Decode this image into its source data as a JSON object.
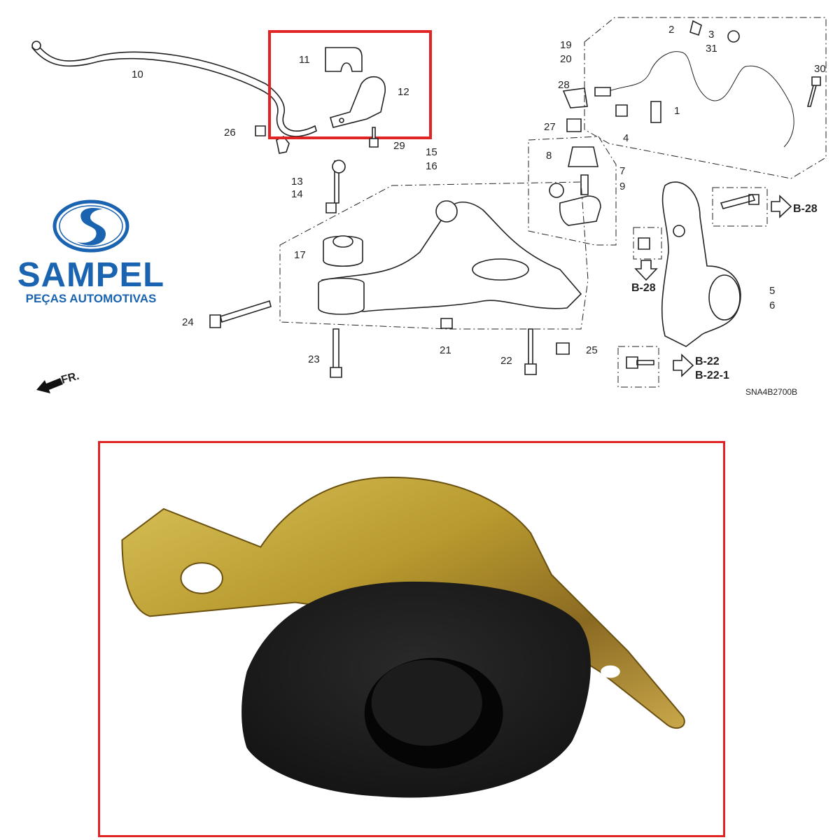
{
  "brand": {
    "name": "SAMPEL",
    "tagline": "PEÇAS AUTOMOTIVAS",
    "color": "#1a63b0"
  },
  "diagram": {
    "code": "SNA4B2700B",
    "front_indicator": "FR.",
    "highlight_color": "#e02424",
    "callouts": {
      "c1": "1",
      "c2": "2",
      "c3": "3",
      "c4": "4",
      "c5": "5",
      "c6": "6",
      "c7": "7",
      "c8": "8",
      "c9": "9",
      "c10": "10",
      "c11": "11",
      "c12": "12",
      "c13": "13",
      "c14": "14",
      "c15": "15",
      "c16": "16",
      "c17": "17",
      "c19": "19",
      "c20": "20",
      "c21": "21",
      "c22": "22",
      "c23": "23",
      "c24": "24",
      "c25": "25",
      "c26": "26",
      "c27": "27",
      "c28": "28",
      "c29": "29",
      "c30": "30",
      "c31": "31"
    },
    "references": {
      "r1": "B-28",
      "r2": "B-28",
      "r3": "B-22",
      "r4": "B-22-1"
    }
  }
}
